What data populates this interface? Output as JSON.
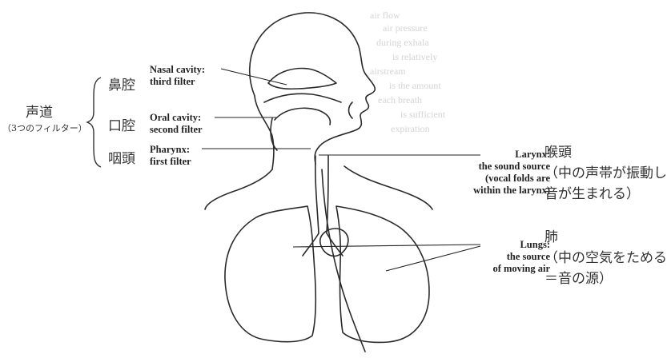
{
  "vocal_tract": {
    "title": "声道",
    "subtitle": "（3つのフィルター）"
  },
  "left_labels": {
    "nasal_ja": "鼻腔",
    "oral_ja": "口腔",
    "pharynx_ja": "咽頭"
  },
  "english_labels": {
    "nasal": [
      "Nasal cavity:",
      "third filter"
    ],
    "oral": [
      "Oral cavity:",
      "second filter"
    ],
    "pharynx": [
      "Pharynx:",
      "first filter"
    ],
    "larynx": [
      "Larynx:",
      "the sound source",
      "(vocal folds are",
      "within the larynx)"
    ],
    "lungs": [
      "Lungs:",
      "the source",
      "of moving air"
    ]
  },
  "right_labels": {
    "larynx_ja": [
      "喉頭",
      "（中の声帯が振動し",
      "音が生まれる）"
    ],
    "lungs_ja": [
      "肺",
      "（中の空気をためる",
      "＝音の源）"
    ]
  },
  "ghost_text": [
    "air flow",
    "air pressure",
    "during exhala",
    "is relatively",
    "airstream",
    "is the amount",
    "each breath",
    "is sufficient",
    "expiration"
  ]
}
